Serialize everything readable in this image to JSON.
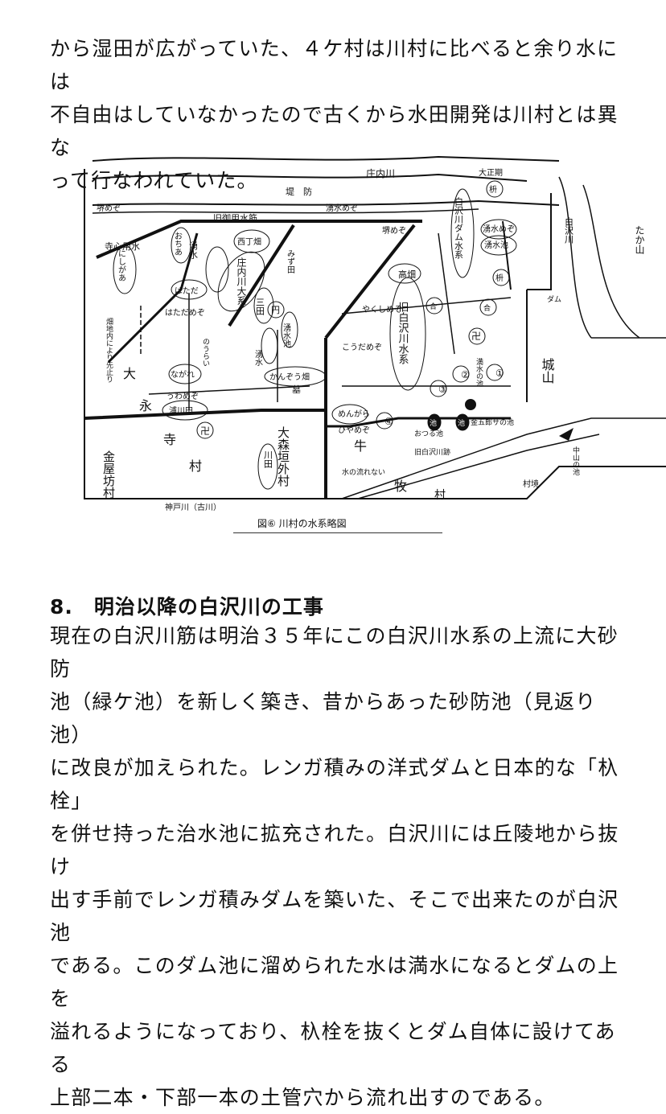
{
  "intro_text": "から湿田が広がっていた、４ケ村は川村に比べると余り水には\n不自由はしていなかったので古くから水田開発は川村とは異な\nって行なわれていた。",
  "figure": {
    "caption": "図⑥ 川村の水系略図",
    "labels": {
      "shonai": "庄内川",
      "tsutsumi": "堤　防",
      "taishoseki": "大正期",
      "masu1": "枡",
      "masu2": "枡",
      "kyugoyou": "旧御用水筋",
      "sakaime": "堺めぞ",
      "yusuimeizo": "湧水めぞ",
      "yusuimeizo2": "湧水めぞ",
      "yusuiike": "湧水池",
      "shirasawa_top": "白沢川",
      "takayama": "たか山",
      "jishinyosui": "寺心用水",
      "ochiai": "おちあ",
      "yusui": "湧水",
      "nishichobata": "西丁畑",
      "shoukou": "庄内川大系",
      "sakaimeizo2": "堺めぞ",
      "mizuta": "みず田",
      "kobata": "高畑",
      "damsui": "白沢川ダム水系",
      "nishigaa": "にしがあ",
      "hatada": "はただ",
      "hatadameizo": "はただめぞ",
      "mida": "三田",
      "yakushimeizo": "やくしめぞ",
      "ai1": "合",
      "ai2": "合",
      "dam": "ダム",
      "hatachi": "畑地内により先止り",
      "dai": "大",
      "kouda": "こうだめぞ",
      "kyushirasawa": "旧白沢川水系",
      "shiro": "城山",
      "nagare": "ながれ",
      "nouraike": "のうらい",
      "kanzou": "かんぞう畑",
      "yusui2": "湧水",
      "yusui3": "湧水池",
      "manzui": "満水の池",
      "haka": "墓",
      "uwameizo": "うわめぞ",
      "uraheta": "浦川田",
      "ei": "永",
      "ji": "寺",
      "mura": "村",
      "ooumori": "大森垣外村",
      "kawada": "川田",
      "kanaya": "金屋坊村",
      "menkara": "めんがら",
      "ike": "池",
      "ike2": "池",
      "kingorou": "金五郎サの池",
      "hiyameizo": "ひやめぞ",
      "otsuru": "おつる池",
      "ushi": "牛",
      "kyuato": "旧白沢川跡",
      "nagarenai": "水の流れない",
      "maki": "牧",
      "muraki": "村",
      "murazakai": "村境",
      "nakayama": "中山の池",
      "kanbe": "神戸川（古川）",
      "n1": "①",
      "n2": "②",
      "n3": "③",
      "n4": "④",
      "en": "円",
      "manji1": "卍",
      "manji2": "卍"
    }
  },
  "section_heading": "8.　明治以降の白沢川の工事",
  "body_text": "現在の白沢川筋は明治３５年にこの白沢川水系の上流に大砂防\n池（緑ケ池）を新しく築き、昔からあった砂防池（見返り池）\nに改良が加えられた。レンガ積みの洋式ダムと日本的な「杁栓」\nを併せ持った治水池に拡充された。白沢川には丘陵地から抜け\n出す手前でレンガ積みダムを築いた、そこで出来たのが白沢池\nである。このダム池に溜められた水は満水になるとダムの上を\n溢れるようになっており、杁栓を抜くとダム自体に設けてある\n上部二本・下部一本の土管穴から流れ出すのである。"
}
